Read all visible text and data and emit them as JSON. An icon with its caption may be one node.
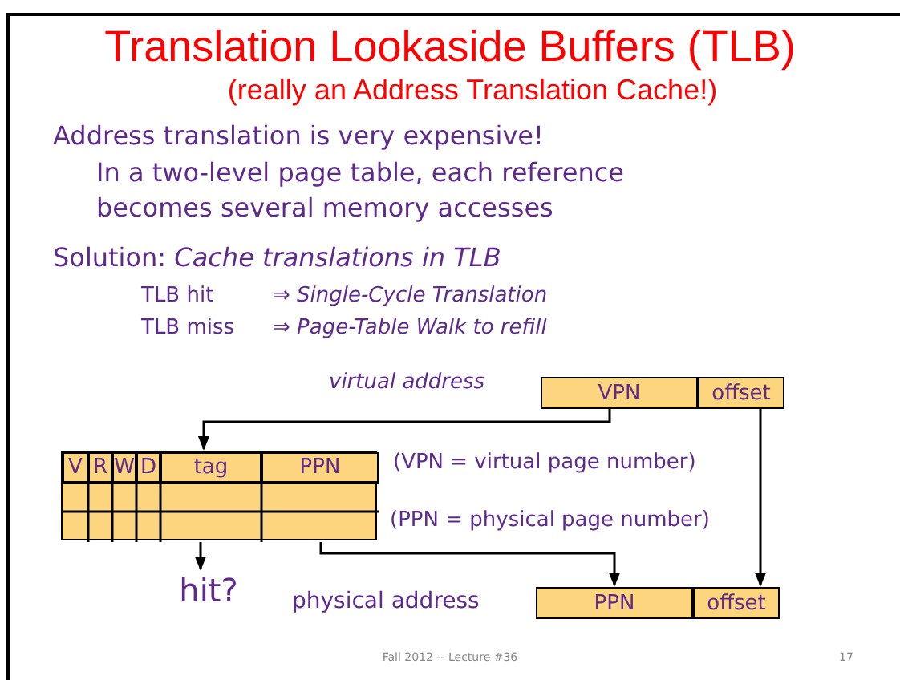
{
  "diagram": {
    "title": "Translation Lookaside Buffers (TLB)",
    "nodes": [
      {
        "text": [
          "VPN"
        ]
      },
      {
        "text": [
          "offset"
        ]
      },
      {
        "text": [],
        "shape": "box"
      },
      {
        "text": [
          "V"
        ],
        "in": 2
      },
      {
        "text": [
          "R"
        ],
        "in": 2
      },
      {
        "text": [
          "W"
        ],
        "in": 2
      },
      {
        "text": [
          "D"
        ],
        "in": 2
      },
      {
        "text": [
          "tag"
        ],
        "in": 2
      },
      {
        "text": [
          "PPN"
        ],
        "in": 2
      },
      {
        "text": [
          "hit?"
        ]
      },
      {
        "text": [
          "PPN"
        ]
      },
      {
        "text": [
          "offset"
        ]
      }
    ],
    "edges": [
      {
        "from": 0,
        "to": 7,
        "arrow": "to"
      },
      {
        "from": 2,
        "to": 9,
        "arrow": "to"
      },
      {
        "from": 2,
        "to": 10,
        "arrow": "to"
      },
      {
        "from": 1,
        "to": 11,
        "arrow": "to"
      }
    ],
    "labels": [
      "(really an Address Translation Cache!)",
      "Address translation is very expensive!",
      "In a two-level page table, each reference becomes several memory accesses",
      "Solution: *Cache translations in TLB*",
      "TLB hit",
      "⇒ *Single-Cycle Translation*",
      "TLB miss",
      "⇒ *Page-Table Walk to refill*",
      "virtual address",
      "(VPN = virtual page number)",
      "(PPN = physical page number)",
      "physical address",
      "Fall 2012 -- Lecture #36",
      "17"
    ]
  }
}
